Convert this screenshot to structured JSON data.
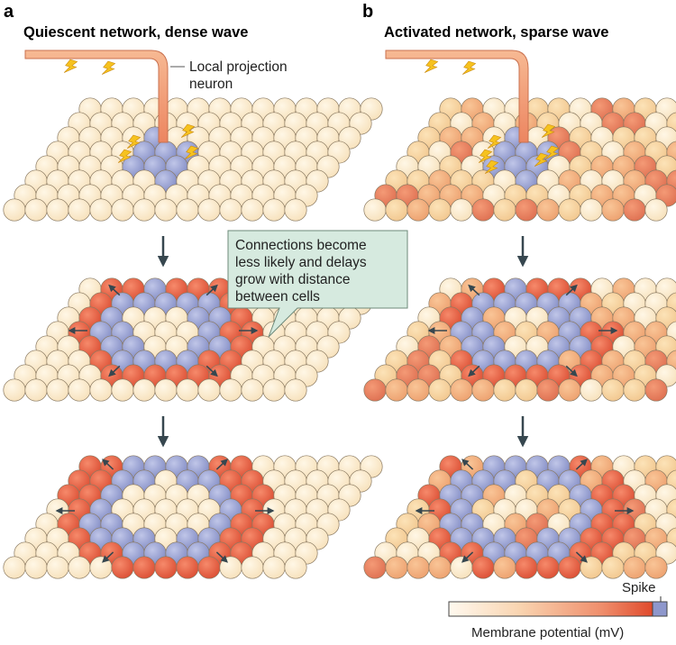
{
  "panels": [
    {
      "letter": "a",
      "title": "Quiescent network, dense wave",
      "projection_label_line1": "Local projection",
      "projection_label_line2": "neuron"
    },
    {
      "letter": "b",
      "title": "Activated network, sparse wave"
    }
  ],
  "callout": {
    "line1": "Connections become",
    "line2": "less likely and delays",
    "line3": "grow with distance",
    "line4": "between cells"
  },
  "legend": {
    "spike_label": "Spike",
    "axis_label": "Membrane potential (mV)"
  },
  "colors": {
    "resting": "#fbe8c8",
    "spiking": "#8e97cc",
    "wavefront": "#e65840",
    "neuron": "#f4a07a",
    "bolt": "#f6c21e",
    "callout_fill": "#d6eadf",
    "arrow": "#37474f"
  }
}
